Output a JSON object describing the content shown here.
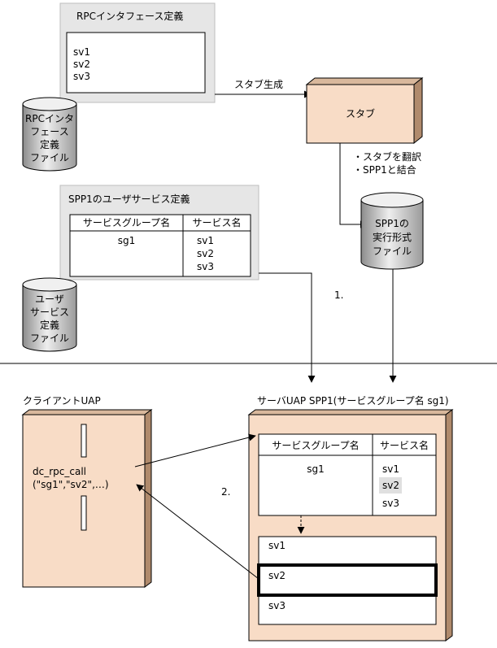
{
  "rpc_def": {
    "title": "RPCインタフェース定義",
    "items": [
      "sv1",
      "sv2",
      "sv3"
    ]
  },
  "rpc_file": {
    "lines": [
      "RPCインタ",
      "フェース",
      "定義",
      "ファイル"
    ]
  },
  "stub_gen_label": "スタブ生成",
  "stub": {
    "label": "スタブ"
  },
  "stub_notes": [
    "・スタブを翻訳",
    "・SPP1と結合"
  ],
  "exe_file": {
    "lines": [
      "SPP1の",
      "実行形式",
      "ファイル"
    ]
  },
  "user_service_def": {
    "title": "SPP1のユーザサービス定義",
    "col_group": "サービスグループ名",
    "col_service": "サービス名",
    "group": "sg1",
    "services": [
      "sv1",
      "sv2",
      "sv3"
    ]
  },
  "user_service_file": {
    "lines": [
      "ユーザ",
      "サービス",
      "定義",
      "ファイル"
    ]
  },
  "step1": "1.",
  "step2": "2.",
  "client": {
    "title": "クライアントUAP",
    "call_line1": "dc_rpc_call",
    "call_line2": "(\"sg1\",\"sv2\",…)"
  },
  "server": {
    "title": "サーバUAP SPP1(サービスグループ名 sg1)",
    "col_group": "サービスグループ名",
    "col_service": "サービス名",
    "group": "sg1",
    "services": [
      "sv1",
      "sv2",
      "sv3"
    ],
    "modules": [
      "sv1",
      "sv2",
      "sv3"
    ]
  },
  "colors": {
    "panel_gray": "#e6e6e6",
    "box_face": "#f8dcc6",
    "box_side": "#b08a6c",
    "box_top": "#d9b89c"
  }
}
